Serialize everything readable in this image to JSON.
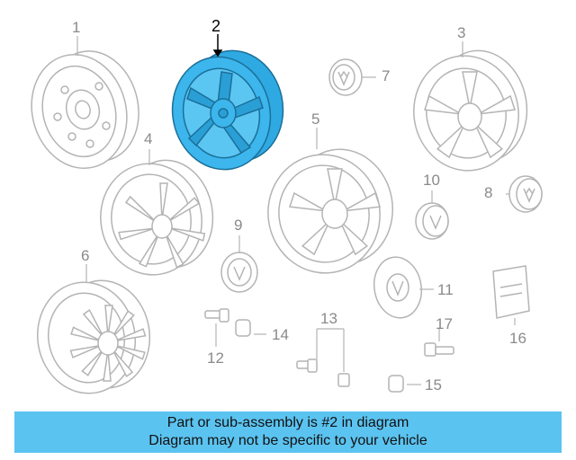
{
  "callouts": {
    "c1": "1",
    "c2": "2",
    "c3": "3",
    "c4": "4",
    "c5": "5",
    "c6": "6",
    "c7": "7",
    "c8": "8",
    "c9": "9",
    "c10": "10",
    "c11": "11",
    "c12": "12",
    "c13": "13",
    "c14": "14",
    "c15": "15",
    "c16": "16",
    "c17": "17"
  },
  "banner": {
    "line1": "Part or sub-assembly is #2 in diagram",
    "line2": "Diagram may not be specific to your vehicle"
  },
  "colors": {
    "highlight": "#29a8e0",
    "highlight_fill": "#3cb6ec",
    "line": "#b4b4b4",
    "banner": "#5bc3f0"
  }
}
